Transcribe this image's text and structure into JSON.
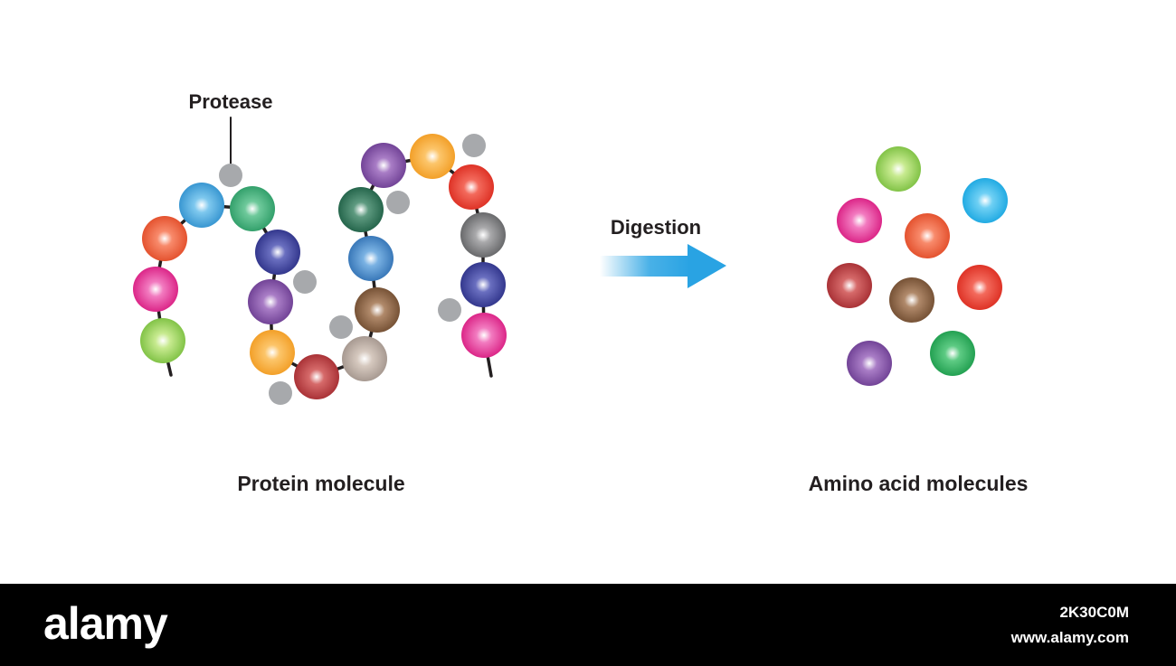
{
  "diagram": {
    "protease_label": "Protease",
    "digestion_label": "Digestion",
    "protein_caption": "Protein molecule",
    "amino_caption": "Amino acid molecules",
    "arrow_color": "#29a3e3",
    "chain_color": "#231f20",
    "enzyme_color": "#a7a9ac",
    "protein_beads": [
      {
        "name": "bead-green-bottom-left",
        "color": "lightgreen"
      },
      {
        "name": "bead-pink",
        "color": "pink"
      },
      {
        "name": "bead-orange-red",
        "color": "orangered"
      },
      {
        "name": "bead-blue",
        "color": "blue"
      },
      {
        "name": "bead-sea-green",
        "color": "seagreen"
      },
      {
        "name": "bead-navy",
        "color": "navy"
      },
      {
        "name": "bead-purple",
        "color": "purple"
      },
      {
        "name": "bead-orange",
        "color": "orange"
      },
      {
        "name": "bead-maroon",
        "color": "maroon"
      },
      {
        "name": "bead-beige",
        "color": "beige"
      },
      {
        "name": "bead-brown",
        "color": "brown"
      },
      {
        "name": "bead-steel-blue",
        "color": "steelblue"
      },
      {
        "name": "bead-dark-green",
        "color": "darkgreen"
      },
      {
        "name": "bead-violet",
        "color": "purple"
      },
      {
        "name": "bead-yellow-orange",
        "color": "orange"
      },
      {
        "name": "bead-red",
        "color": "red"
      },
      {
        "name": "bead-gray",
        "color": "gray"
      },
      {
        "name": "bead-navy-right",
        "color": "navy"
      },
      {
        "name": "bead-pink-right",
        "color": "pink"
      }
    ],
    "amino_acids": [
      {
        "name": "amino-lightgreen",
        "color": "lightgreen"
      },
      {
        "name": "amino-cyan",
        "color": "cyan"
      },
      {
        "name": "amino-pink",
        "color": "pink"
      },
      {
        "name": "amino-orange",
        "color": "orangered"
      },
      {
        "name": "amino-maroon",
        "color": "maroon"
      },
      {
        "name": "amino-brown",
        "color": "brown"
      },
      {
        "name": "amino-red",
        "color": "red"
      },
      {
        "name": "amino-purple",
        "color": "purple"
      },
      {
        "name": "amino-green",
        "color": "green"
      }
    ]
  },
  "footer": {
    "brand": "alamy",
    "image_id": "2K30C0M",
    "site_url": "www.alamy.com"
  }
}
